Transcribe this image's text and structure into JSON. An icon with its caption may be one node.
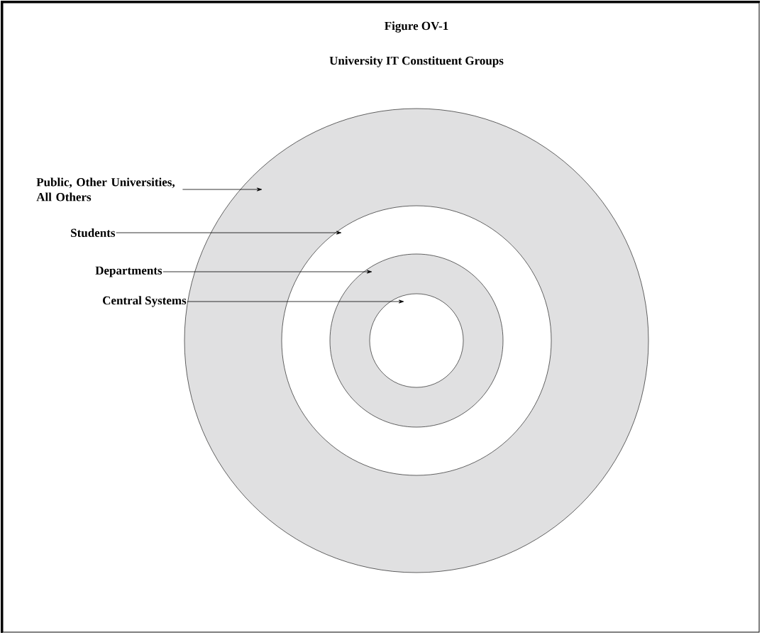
{
  "diagram": {
    "title": "University IT Constituent Groups",
    "nodes": [
      {
        "text": [],
        "shape": "circle"
      },
      {
        "text": [],
        "shape": "circle",
        "in": 0
      },
      {
        "text": [],
        "shape": "circle",
        "in": 1
      },
      {
        "text": [],
        "shape": "circle",
        "in": 2
      },
      {
        "text": [
          "Public, Other Universities, All Others"
        ]
      },
      {
        "text": [
          "Students"
        ]
      },
      {
        "text": [
          "Departments"
        ]
      },
      {
        "text": [
          "Central Systems"
        ]
      }
    ],
    "edges": [
      {
        "from": 4,
        "to": 0,
        "arrow": "to"
      },
      {
        "from": 5,
        "to": 1,
        "arrow": "to"
      },
      {
        "from": 6,
        "to": 2,
        "arrow": "to"
      },
      {
        "from": 7,
        "to": 3,
        "arrow": "to"
      }
    ],
    "labels": [
      "Figure OV-1"
    ]
  }
}
